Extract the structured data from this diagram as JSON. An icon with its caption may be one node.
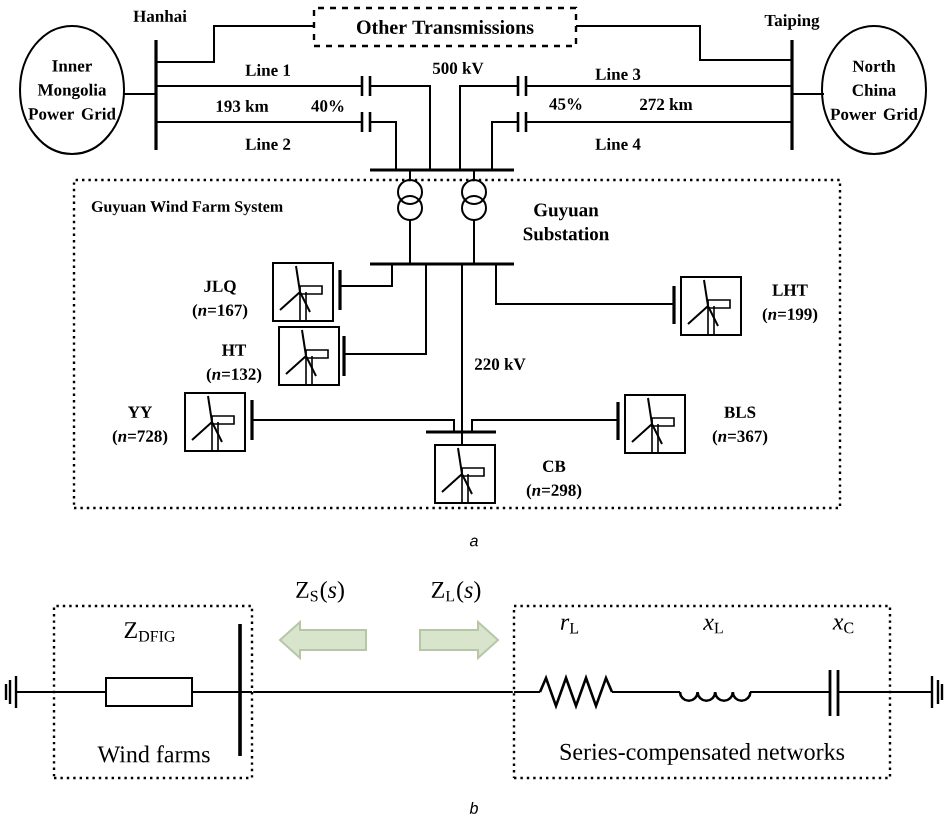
{
  "diagram": {
    "nodes": [
      {
        "text": [
          "Inner Mongolia Power Grid"
        ]
      },
      {
        "text": [
          "Other Transmissions"
        ]
      },
      {
        "text": [
          "North China Power Grid"
        ]
      },
      {
        "text": [
          "Guyuan Wind Farm System"
        ]
      },
      {
        "text": [
          "JLQ (*n*=167)"
        ],
        "in": 3
      },
      {
        "text": [
          "HT (*n*=132)"
        ],
        "in": 3
      },
      {
        "text": [
          "LHT (*n*=199)"
        ],
        "in": 3
      },
      {
        "text": [
          "YY (*n*=728)"
        ],
        "in": 3
      },
      {
        "text": [
          "BLS (*n*=367)"
        ],
        "in": 3
      },
      {
        "text": [
          "CB (*n*=298)"
        ],
        "in": 3
      },
      {
        "text": [
          "Wind farms"
        ]
      },
      {
        "text": [
          "Series-compensated networks"
        ]
      }
    ],
    "edges": [
      {
        "from": 10,
        "to": 11,
        "arrow": "none"
      }
    ],
    "labels": [
      "Hanhai",
      "Taiping",
      "Line 1",
      "500 kV",
      "Line 3",
      "193 km",
      "40%",
      "45%",
      "272 km",
      "Line 2",
      "Line 4",
      "Guyuan Substation",
      "220 kV",
      "a",
      "Z$_{S}$(*s*)",
      "Z$_{L}$(*s*)",
      "Z$_{DFIG}$",
      "*r*$_{L}$",
      "*x*$_{L}$",
      "*x*$_{C}$",
      "b"
    ]
  }
}
